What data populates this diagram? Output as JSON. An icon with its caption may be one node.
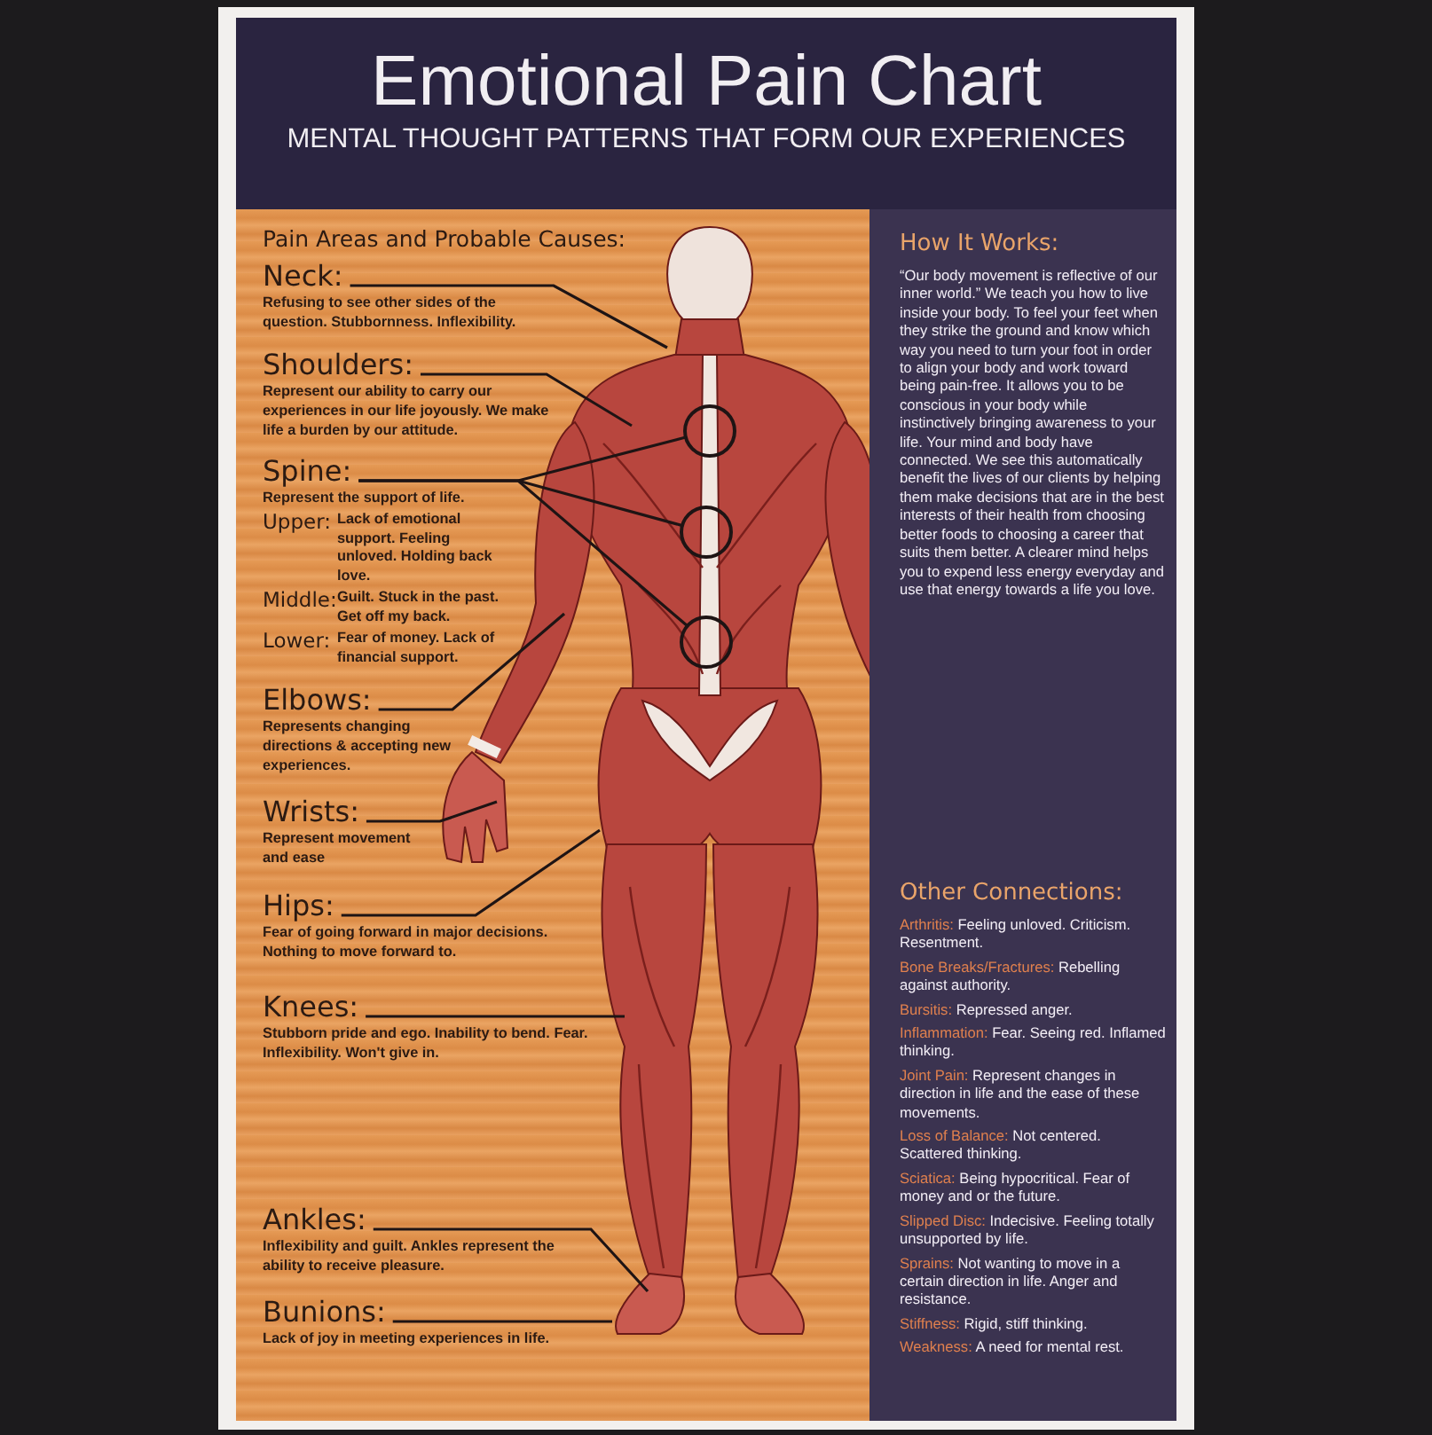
{
  "diagram": {
    "title": "Emotional Pain Chart",
    "nodes": [
      {
        "text": [
          "Neck:",
          "Refusing to see other sides of the question. Stubbornness. Inflexibility."
        ]
      },
      {
        "text": [
          "Shoulders:",
          "Represent our ability to carry our experiences in our life joyously. We make life a burden by our attitude."
        ]
      },
      {
        "text": [
          "Spine:",
          "Represent the support of life.",
          "Upper:",
          "Lack of emotional support. Feeling unloved. Holding back love.",
          "Middle:",
          "Guilt. Stuck in the past. Get off my back.",
          "Lower:",
          "Fear of money. Lack of financial support."
        ]
      },
      {
        "text": [
          "Elbows:",
          "Represents changing directions & accepting new experiences."
        ]
      },
      {
        "text": [
          "Wrists:",
          "Represent movement and ease"
        ]
      },
      {
        "text": [
          "Hips:",
          "Fear of going forward in major decisions. Nothing to move forward to."
        ]
      },
      {
        "text": [
          "Knees:",
          "Stubborn pride and ego. Inability to bend. Fear. Inflexibility. Won't give in."
        ]
      },
      {
        "text": [
          "Ankles:",
          "Inflexibility and guilt. Ankles represent the ability to receive pleasure."
        ]
      },
      {
        "text": [
          "Bunions:",
          "Lack of joy in meeting experiences in life."
        ]
      },
      {
        "text": [],
        "shape": "circle"
      },
      {
        "text": [],
        "shape": "circle"
      },
      {
        "text": [],
        "shape": "circle"
      },
      {
        "text": [
          "How It Works:",
          "“Our body movement is reflective of our inner world.” We teach you how to live inside your body. To feel your feet when they strike the ground and know which way you need to turn your foot in order to align your body and work toward being pain-free. It allows you to be conscious in your body while instinctively bringing awareness to your life. Your mind and body have connected. We see this automatically benefit the lives of our clients by helping them make decisions that are in the best interests of their health from choosing better foods to choosing a career that suits them better. A clearer mind helps you to expend less energy everyday and use that energy towards a life you love.",
          "Other Connections:",
          "Arthritis: Feeling unloved. Criticism. Resentment.",
          "Bone Breaks/Fractures: Rebelling against authority.",
          "Bursitis: Repressed anger.",
          "Inflammation: Fear. Seeing red. Inflamed thinking.",
          "Joint Pain: Represent changes in direction in life and the ease of these movements.",
          "Loss of Balance: Not centered. Scattered thinking.",
          "Sciatica: Being hypocritical. Fear of money and or the future.",
          "Slipped Disc: Indecisive. Feeling totally unsupported by life.",
          "Sprains: Not wanting to move in a certain direction in life. Anger and resistance.",
          "Stiffness: Rigid, stiff thinking.",
          "Weakness: A need for mental rest."
        ]
      }
    ],
    "edges": [
      {
        "from": 0,
        "to": null,
        "arrow": "none"
      },
      {
        "from": 1,
        "to": null,
        "arrow": "none"
      },
      {
        "from": 2,
        "to": 9,
        "arrow": "none"
      },
      {
        "from": 2,
        "to": 10,
        "arrow": "none"
      },
      {
        "from": 2,
        "to": 11,
        "arrow": "none"
      },
      {
        "from": 3,
        "to": null,
        "arrow": "none"
      },
      {
        "from": 4,
        "to": null,
        "arrow": "none"
      },
      {
        "from": 5,
        "to": null,
        "arrow": "none"
      },
      {
        "from": 6,
        "to": null,
        "arrow": "none"
      },
      {
        "from": 7,
        "to": null,
        "arrow": "none"
      },
      {
        "from": 8,
        "to": null,
        "arrow": "none"
      }
    ],
    "labels": [
      "MENTAL THOUGHT PATTERNS THAT FORM OUR EXPERIENCES",
      "Pain Areas and Probable Causes:"
    ]
  }
}
